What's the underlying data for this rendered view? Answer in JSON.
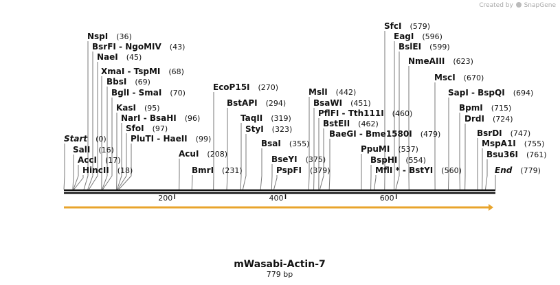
{
  "credit": {
    "prefix": "Created by",
    "brand": "SnapGene"
  },
  "map": {
    "title": "mWasabi-Actin-7",
    "length_label": "779 bp",
    "length_bp": 779,
    "ruler_ticks": [
      200,
      400,
      600
    ],
    "feature_color": "#e8a42c",
    "sites": [
      {
        "label": "NspI",
        "pos": 36,
        "pos_text": "(36)"
      },
      {
        "label": "BsrFI  - NgoMIV",
        "pos": 43,
        "pos_text": "(43)"
      },
      {
        "label": "NaeI",
        "pos": 45,
        "pos_text": "(45)"
      },
      {
        "label": "XmaI  - TspMI",
        "pos": 68,
        "pos_text": "(68)"
      },
      {
        "label": "BbsI",
        "pos": 69,
        "pos_text": "(69)"
      },
      {
        "label": "BglI  - SmaI",
        "pos": 70,
        "pos_text": "(70)"
      },
      {
        "label": "KasI",
        "pos": 95,
        "pos_text": "(95)"
      },
      {
        "label": "NarI  - BsaHI",
        "pos": 96,
        "pos_text": "(96)"
      },
      {
        "label": "SfoI",
        "pos": 97,
        "pos_text": "(97)"
      },
      {
        "label": "PluTI  - HaeII",
        "pos": 99,
        "pos_text": "(99)"
      },
      {
        "label": "Start",
        "pos": 0,
        "pos_text": "(0)",
        "italic": true
      },
      {
        "label": "SalI",
        "pos": 16,
        "pos_text": "(16)"
      },
      {
        "label": "AccI",
        "pos": 17,
        "pos_text": "(17)"
      },
      {
        "label": "HincII",
        "pos": 18,
        "pos_text": "(18)"
      },
      {
        "label": "AcuI",
        "pos": 208,
        "pos_text": "(208)"
      },
      {
        "label": "BmrI",
        "pos": 231,
        "pos_text": "(231)"
      },
      {
        "label": "EcoP15I",
        "pos": 270,
        "pos_text": "(270)"
      },
      {
        "label": "BstAPI",
        "pos": 294,
        "pos_text": "(294)"
      },
      {
        "label": "TaqII",
        "pos": 319,
        "pos_text": "(319)"
      },
      {
        "label": "StyI",
        "pos": 323,
        "pos_text": "(323)"
      },
      {
        "label": "BsaI",
        "pos": 355,
        "pos_text": "(355)"
      },
      {
        "label": "BseYI",
        "pos": 375,
        "pos_text": "(375)"
      },
      {
        "label": "PspFI",
        "pos": 379,
        "pos_text": "(379)"
      },
      {
        "label": "MslI",
        "pos": 442,
        "pos_text": "(442)"
      },
      {
        "label": "BsaWI",
        "pos": 451,
        "pos_text": "(451)"
      },
      {
        "label": "PflFI  - Tth111I",
        "pos": 460,
        "pos_text": "(460)"
      },
      {
        "label": "BstEII",
        "pos": 462,
        "pos_text": "(462)"
      },
      {
        "label": "BaeGI  - Bme1580I",
        "pos": 479,
        "pos_text": "(479)"
      },
      {
        "label": "PpuMI",
        "pos": 537,
        "pos_text": "(537)"
      },
      {
        "label": "BspHI",
        "pos": 554,
        "pos_text": "(554)"
      },
      {
        "label": "MflI *  - BstYI",
        "pos": 560,
        "pos_text": "(560)"
      },
      {
        "label": "SfcI",
        "pos": 579,
        "pos_text": "(579)"
      },
      {
        "label": "EagI",
        "pos": 596,
        "pos_text": "(596)"
      },
      {
        "label": "BslEI",
        "pos": 599,
        "pos_text": "(599)"
      },
      {
        "label": "NmeAIII",
        "pos": 623,
        "pos_text": "(623)"
      },
      {
        "label": "MscI",
        "pos": 670,
        "pos_text": "(670)"
      },
      {
        "label": "SapI  - BspQI",
        "pos": 694,
        "pos_text": "(694)"
      },
      {
        "label": "BpmI",
        "pos": 715,
        "pos_text": "(715)"
      },
      {
        "label": "DrdI",
        "pos": 724,
        "pos_text": "(724)"
      },
      {
        "label": "BsrDI",
        "pos": 747,
        "pos_text": "(747)"
      },
      {
        "label": "MspA1I",
        "pos": 755,
        "pos_text": "(755)"
      },
      {
        "label": "Bsu36I",
        "pos": 761,
        "pos_text": "(761)"
      },
      {
        "label": "End",
        "pos": 779,
        "pos_text": "(779)",
        "italic": true
      }
    ]
  }
}
